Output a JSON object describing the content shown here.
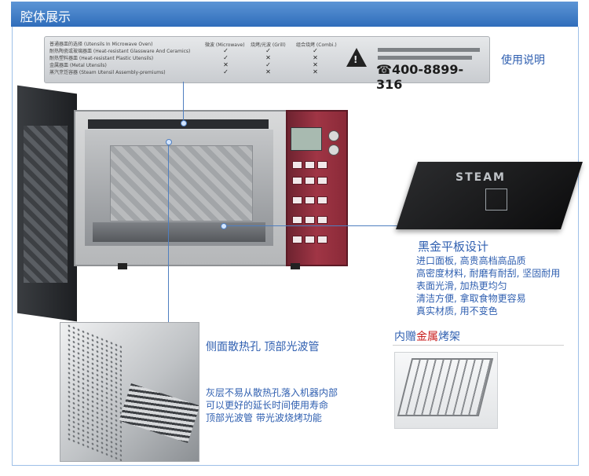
{
  "header": {
    "title": "腔体展示"
  },
  "label_panel": {
    "rows": [
      "普通器皿的选择 (Utensils In Microwave Oven)",
      "耐热陶瓷或玻璃器皿 (Heat-resistant Glassware And Ceramics)",
      "耐热塑料器皿 (Heat-resistant Plastic Utensils)",
      "金属器皿 (Metal Utensils)",
      "蒸汽烹饪容器 (Steam Utensil Assembly-premiums)"
    ],
    "columns": [
      "微波 (Microwave)",
      "烧烤/光波 (Grill)",
      "组合烧烤 (Combi.)"
    ],
    "hotline": "400-8899-316"
  },
  "usage_label": "使用说明",
  "panel_section": {
    "badge": "STEAM",
    "title": "黑金平板设计",
    "features": [
      "进口面板, 高贵高档高品质",
      "高密度材料, 耐磨有耐刮, 坚固耐用",
      "表面光滑, 加热更均匀",
      "清洁方便, 拿取食物更容易",
      "真实材质, 用不变色"
    ]
  },
  "vent_section": {
    "title": "侧面散热孔 顶部光波管",
    "desc": [
      "灰层不易从散热孔落入机器内部",
      "可以更好的延长时间使用寿命",
      "顶部光波管 带光波烧烤功能"
    ]
  },
  "rack_section": {
    "title_prefix": "内赠",
    "title_highlight": "金属",
    "title_suffix": "烤架"
  }
}
